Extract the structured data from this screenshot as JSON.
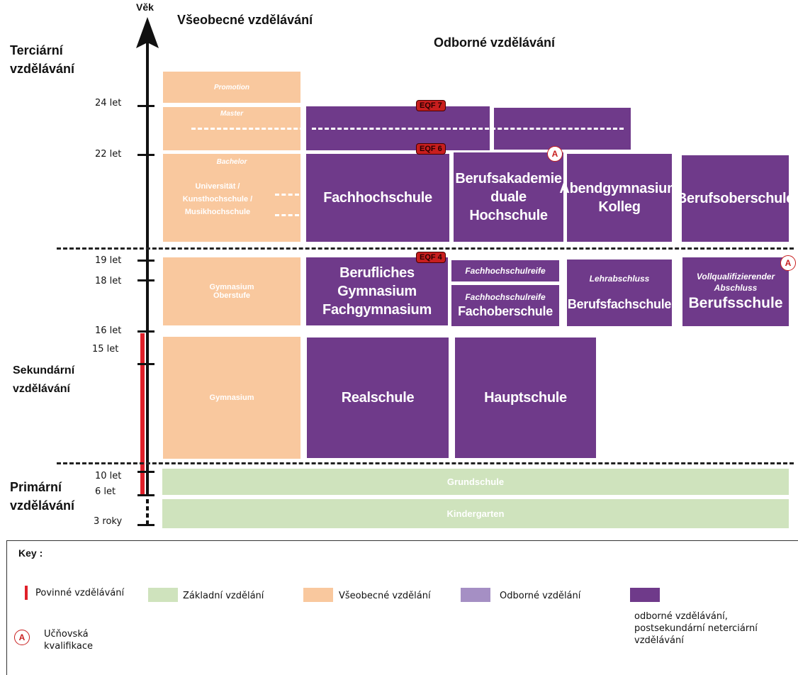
{
  "axis_label": "Věk",
  "headers": {
    "general": "Všeobecné vzdělávání",
    "vocational": "Odborné vzdělávání"
  },
  "levels": {
    "tertiary": "Terciární vzdělávání",
    "secondary": "Sekundární vzdělávání",
    "primary": "Primární vzdělávání"
  },
  "ages": {
    "a24": "24  let",
    "a22": "22  let",
    "a19": "19 let",
    "a18": "18 let",
    "a16": "16 let",
    "a15": "15  let",
    "a10": "10 let",
    "a6": "6  let",
    "a3": "3  roky"
  },
  "general_boxes": {
    "promotion": "Promotion",
    "master": "Master",
    "bachelor": "Bachelor",
    "universitat": "Universität / Kunsthochschule / Musikhochschule",
    "oberstufe": "Gymnasium Oberstufe",
    "gymnasium": "Gymnasium"
  },
  "vocational_boxes": {
    "fachhochschule": "Fachhochschule",
    "berufsakademie": "Berufsakademie duale Hochschule",
    "abendgymnasium": "Abendgymnasium Kolleg",
    "berufsoberschule": "Berufsoberschule",
    "berufliches": "Berufliches Gymnasium Fachgymnasium",
    "fhr1": "Fachhochschulreife",
    "fhr2": "Fachhochschulreife",
    "fachoberschule": "Fachoberschule",
    "lehrabschluss": "Lehrabschluss",
    "berufsfachschule": "Berufsfachschule",
    "vollqualifizierender": "Vollqualifizierender Abschluss",
    "berufsschule": "Berufsschule",
    "realschule": "Realschule",
    "hauptschule": "Hauptschule"
  },
  "basic_boxes": {
    "grundschule": "Grundschule",
    "kindergarten": "Kindergarten"
  },
  "eqf": {
    "eqf7": "EQF 7",
    "eqf6": "EQF 6",
    "eqf4": "EQF 4"
  },
  "apprentice_marker": "A",
  "key": {
    "title": "Key :",
    "compulsory": "Povinné vzdělávání",
    "basic": "Základní vzdělání",
    "general": "Všeobecné vzdělání",
    "vocational": "Odborné vzdělání",
    "post_secondary": "odborné vzdělávání, postsekundární neterciární vzdělávání",
    "apprenticeship": "Učňovská kvalifikace"
  },
  "colors": {
    "general": "#f9c89e",
    "vocational": "#6f3a8a",
    "vocational_light": "#a58fc4",
    "basic": "#cfe3bd",
    "compulsory": "#e0202a",
    "eqf": "#c81e1e"
  }
}
